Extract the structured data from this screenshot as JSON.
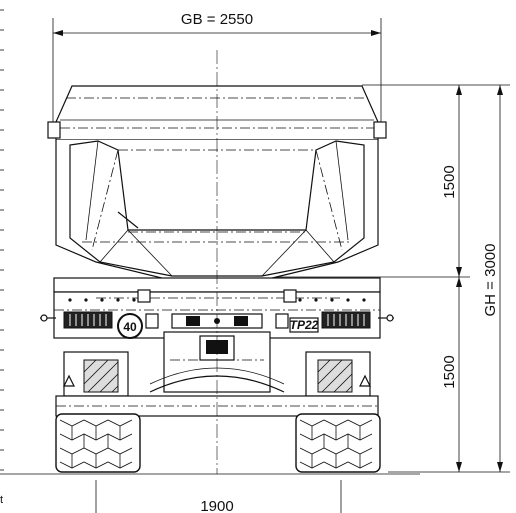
{
  "dimensions": {
    "overall_width": "GB = 2550",
    "overall_height": "GH = 3000",
    "body_height": "1500",
    "chassis_height": "1500",
    "track_width": "1900"
  },
  "labels": {
    "speed_sign": "40",
    "model_plate": "TP22",
    "edge_fragment": "t"
  }
}
